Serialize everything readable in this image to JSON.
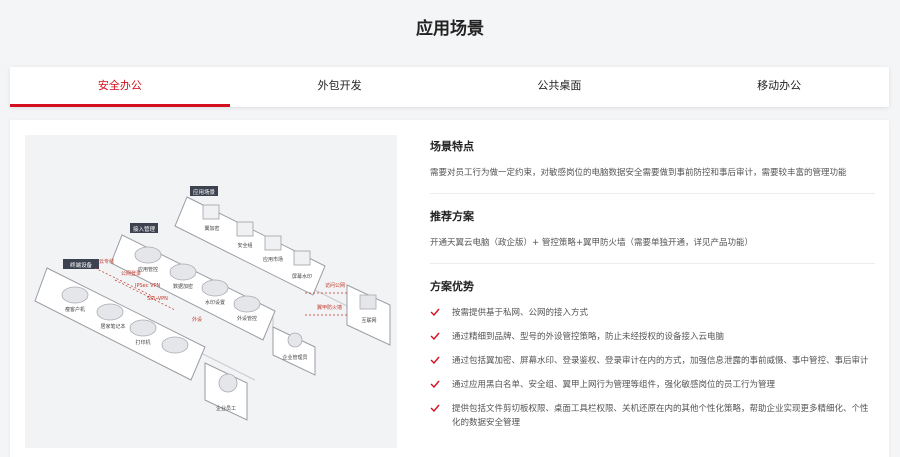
{
  "section_title": "应用场景",
  "tabs": [
    {
      "label": "安全办公",
      "active": true
    },
    {
      "label": "外包开发",
      "active": false
    },
    {
      "label": "公共桌面",
      "active": false
    },
    {
      "label": "移动办公",
      "active": false
    }
  ],
  "scene": {
    "title": "场景特点",
    "text": "需要对员工行为做一定约束，对敏感岗位的电脑数据安全需要做到事前防控和事后审计，需要较丰富的管理功能"
  },
  "solution": {
    "title": "推荐方案",
    "text": "开通天翼云电脑（政企版）+ 管控策略+翼甲防火墙（需要单独开通，详见产品功能）"
  },
  "advantages": {
    "title": "方案优势",
    "items": [
      "按需提供基于私网、公网的接入方式",
      "通过精细到品牌、型号的外设管控策略，防止未经授权的设备接入云电脑",
      "通过包括翼加密、屏幕水印、登录鉴权、登录审计在内的方式，加强信息泄露的事前威慑、事中管控、事后审计",
      "通过应用黑白名单、安全组、翼甲上网行为管理等组件，强化敏感岗位的员工行为管理",
      "提供包括文件剪切板权限、桌面工具栏权限、关机还原在内的其他个性化策略，帮助企业实现更多精细化、个性化的数据安全管理"
    ]
  },
  "diagram": {
    "group_terminal": "终端设备",
    "group_access": "接入管理",
    "group_app": "应用场景",
    "terminal_devices": [
      "瘦客户机",
      "居家笔记本",
      "打印机"
    ],
    "links": [
      "云专线",
      "公网登录",
      "IPSec VPN",
      "SSL VPN",
      "外设"
    ],
    "access_items": [
      "应用管控",
      "数据加密",
      "水印设置",
      "外设管控"
    ],
    "app_items": [
      "翼加密",
      "安全组",
      "应用市场",
      "屏幕水印"
    ],
    "right_links": [
      "访问公网",
      "翼甲防火墙"
    ],
    "enterprise_manager": "企业管理员",
    "internet": "互联网",
    "employee": "企业员工",
    "accent": "#c0392b"
  },
  "accent_color": "#d40f1e"
}
